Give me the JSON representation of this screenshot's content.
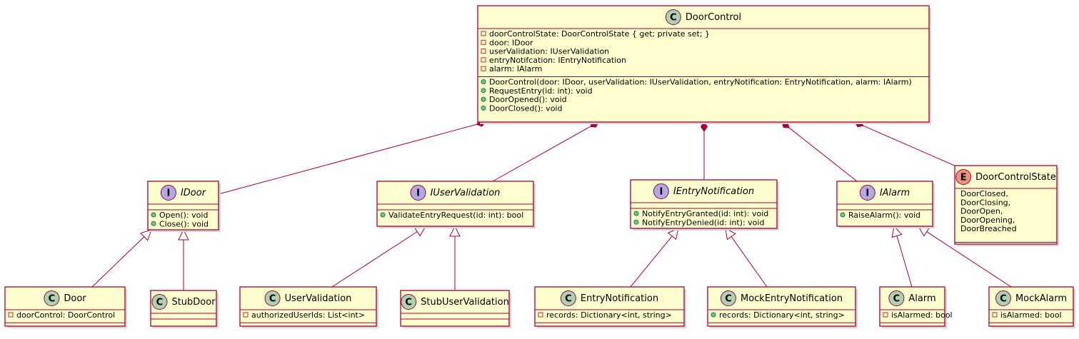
{
  "diagram": {
    "colors": {
      "box_fill": "#FEFECE",
      "border": "#A80036",
      "class_badge": "#ADD1B2",
      "interface_badge": "#B4A7E5",
      "enum_badge": "#EB937F"
    },
    "nodes": [
      {
        "id": "doorcontrol",
        "kind": "class",
        "badge": "C",
        "name": "DoorControl",
        "fields": [
          "doorControlState: DoorControlState { get; private set; }",
          "door: IDoor",
          "userValidation: IUserValidation",
          "entryNotifcation: IEntryNotification",
          "alarm: IAlarm"
        ],
        "methods": [
          "DoorControl(door: IDoor, userValidation: IUserValidation, entryNotification: EntryNotification, alarm: IAlarm)",
          "RequestEntry(id: int): void",
          "DoorOpened(): void",
          "DoorClosed(): void"
        ]
      },
      {
        "id": "idoor",
        "kind": "interface",
        "badge": "I",
        "name": "IDoor",
        "fields": [],
        "methods": [
          "Open(): void",
          "Close(): void"
        ]
      },
      {
        "id": "iuservalidation",
        "kind": "interface",
        "badge": "I",
        "name": "IUserValidation",
        "fields": [],
        "methods": [
          "ValidateEntryRequest(id: int): bool"
        ]
      },
      {
        "id": "ientrynotification",
        "kind": "interface",
        "badge": "I",
        "name": "IEntryNotification",
        "fields": [],
        "methods": [
          "NotifyEntryGranted(id: int): void",
          "NotifyEntryDenied(id: int): void"
        ]
      },
      {
        "id": "ialarm",
        "kind": "interface",
        "badge": "I",
        "name": "IAlarm",
        "fields": [],
        "methods": [
          "RaiseAlarm(): void"
        ]
      },
      {
        "id": "doorcontrolstate",
        "kind": "enum",
        "badge": "E",
        "name": "DoorControlState",
        "values": [
          "DoorClosed,",
          "DoorClosing,",
          "DoorOpen,",
          "DoorOpening,",
          "DoorBreached"
        ]
      },
      {
        "id": "door",
        "kind": "class",
        "badge": "C",
        "name": "Door",
        "fields": [
          "doorControl: DoorControl"
        ],
        "field_visibility": "private",
        "methods": []
      },
      {
        "id": "stubdoor",
        "kind": "class",
        "badge": "C",
        "name": "StubDoor",
        "fields": [],
        "methods": []
      },
      {
        "id": "uservalidation",
        "kind": "class",
        "badge": "C",
        "name": "UserValidation",
        "fields": [
          "authorizedUserIds: List<int>"
        ],
        "field_visibility": "private",
        "methods": []
      },
      {
        "id": "stubuservalidation",
        "kind": "class",
        "badge": "C",
        "name": "StubUserValidation",
        "fields": [],
        "methods": []
      },
      {
        "id": "entrynotification",
        "kind": "class",
        "badge": "C",
        "name": "EntryNotification",
        "fields": [
          "records: Dictionary<int, string>"
        ],
        "field_visibility": "private",
        "methods": []
      },
      {
        "id": "mockentrynotification",
        "kind": "class",
        "badge": "C",
        "name": "MockEntryNotification",
        "fields": [
          "records: Dictionary<int, string>"
        ],
        "field_visibility": "public",
        "methods": []
      },
      {
        "id": "alarm",
        "kind": "class",
        "badge": "C",
        "name": "Alarm",
        "fields": [
          "isAlarmed: bool"
        ],
        "field_visibility": "private",
        "methods": []
      },
      {
        "id": "mockalarm",
        "kind": "class",
        "badge": "C",
        "name": "MockAlarm",
        "fields": [
          "isAlarmed: bool"
        ],
        "field_visibility": "private",
        "methods": []
      }
    ],
    "edges": [
      {
        "from": "doorcontrol",
        "to": "idoor",
        "type": "composition"
      },
      {
        "from": "doorcontrol",
        "to": "iuservalidation",
        "type": "composition"
      },
      {
        "from": "doorcontrol",
        "to": "ientrynotification",
        "type": "composition"
      },
      {
        "from": "doorcontrol",
        "to": "ialarm",
        "type": "composition"
      },
      {
        "from": "doorcontrol",
        "to": "doorcontrolstate",
        "type": "composition"
      },
      {
        "from": "door",
        "to": "idoor",
        "type": "realization"
      },
      {
        "from": "stubdoor",
        "to": "idoor",
        "type": "realization"
      },
      {
        "from": "uservalidation",
        "to": "iuservalidation",
        "type": "realization"
      },
      {
        "from": "stubuservalidation",
        "to": "iuservalidation",
        "type": "realization"
      },
      {
        "from": "entrynotification",
        "to": "ientrynotification",
        "type": "realization"
      },
      {
        "from": "mockentrynotification",
        "to": "ientrynotification",
        "type": "realization"
      },
      {
        "from": "alarm",
        "to": "ialarm",
        "type": "realization"
      },
      {
        "from": "mockalarm",
        "to": "ialarm",
        "type": "realization"
      }
    ]
  }
}
